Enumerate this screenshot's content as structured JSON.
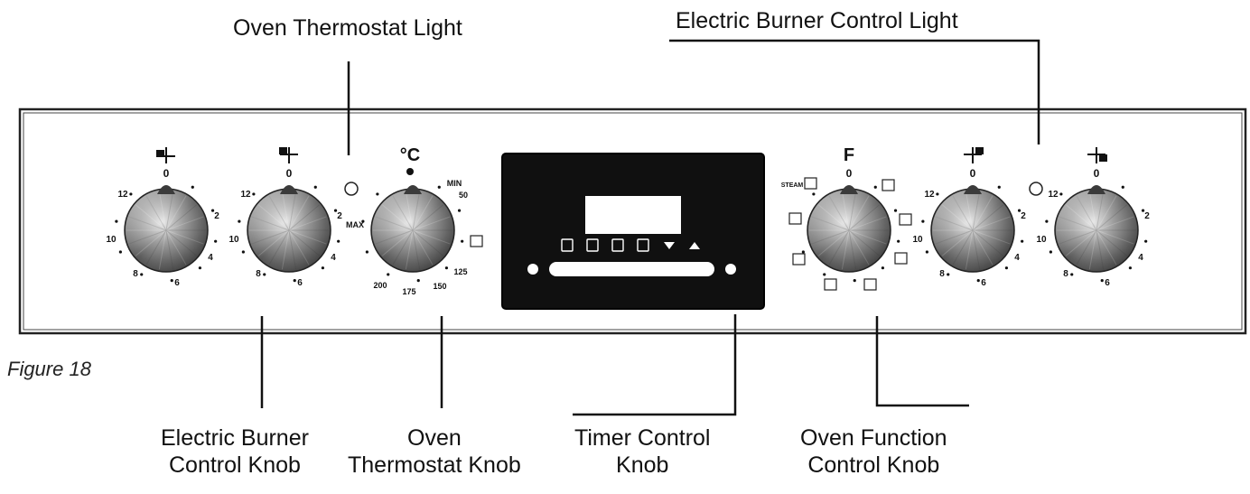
{
  "callouts": {
    "oven_thermostat_light": "Oven Thermostat Light",
    "electric_burner_control_light": "Electric Burner Control Light",
    "electric_burner_control_knob": [
      "Electric Burner",
      "Control Knob"
    ],
    "oven_thermostat_knob": [
      "Oven",
      "Thermostat Knob"
    ],
    "timer_control_knob": [
      "Timer Control",
      "Knob"
    ],
    "oven_function_control_knob": [
      "Oven Function",
      "Control Knob"
    ]
  },
  "figure_caption": "Figure 18",
  "knob_marks": {
    "zero": "0",
    "burner_scale": [
      "12",
      "2",
      "10",
      "4",
      "8",
      "6"
    ],
    "thermostat_top": "°C",
    "thermostat_scale": [
      "MIN",
      "50",
      "MAX",
      "125",
      "200",
      "175",
      "150"
    ],
    "function_top": "F",
    "function_steam": "STEAM"
  }
}
